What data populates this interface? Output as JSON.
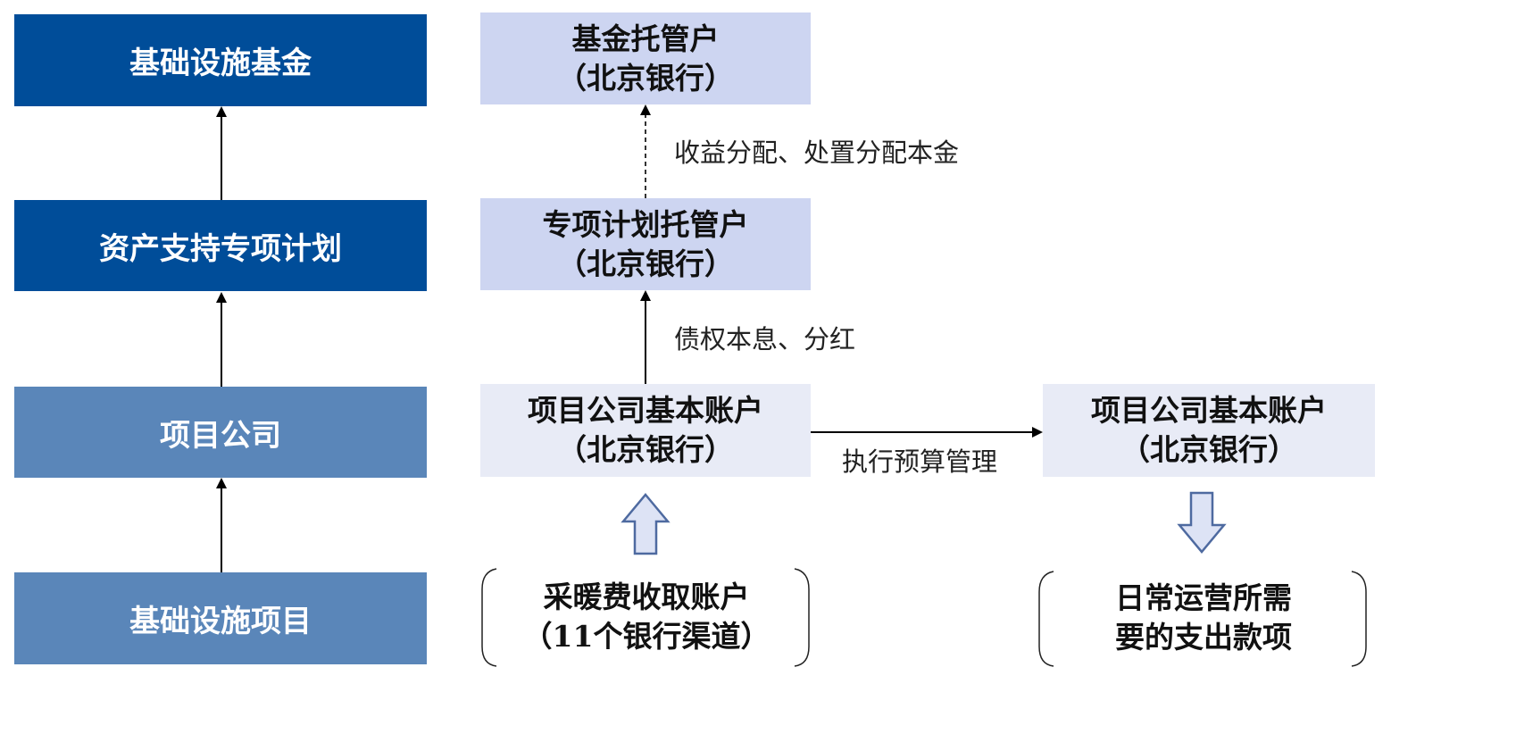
{
  "left_chain": {
    "fund": "基础设施基金",
    "abs_plan": "资产支持专项计划",
    "project_company": "项目公司",
    "infra_project": "基础设施项目"
  },
  "middle_chain": {
    "fund_custodian": {
      "line1": "基金托管户",
      "line2": "（北京银行）"
    },
    "plan_custodian": {
      "line1": "专项计划托管户",
      "line2": "（北京银行）"
    },
    "company_basic_account": {
      "line1": "项目公司基本账户",
      "line2": "（北京银行）"
    },
    "heating_fee_account": {
      "line1": "采暖费收取账户",
      "line2": "（11个银行渠道）"
    }
  },
  "right_chain": {
    "company_basic_account": {
      "line1": "项目公司基本账户",
      "line2": "（北京银行）"
    },
    "operating_expenses": {
      "line1": "日常运营所需",
      "line2": "要的支出款项"
    }
  },
  "flow_labels": {
    "distribution": "收益分配、处置分配本金",
    "interest_dividend": "债权本息、分红",
    "budget_management": "执行预算管理"
  },
  "colors": {
    "dark_blue": "#004d99",
    "mid_blue": "#5a86b9",
    "lavender": "#cdd5f1",
    "pale": "#e8ebf6",
    "block_arrow_fill": "#dde3f5",
    "block_arrow_stroke": "#4e6aa0"
  }
}
